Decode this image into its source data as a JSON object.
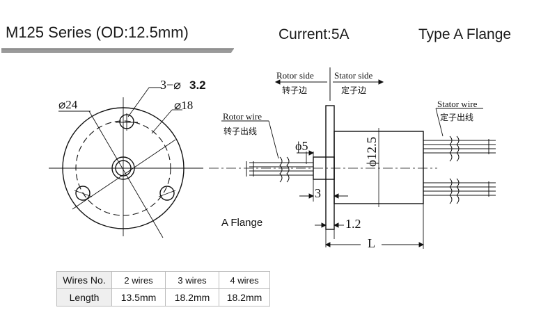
{
  "header": {
    "series": "M125 Series (OD:12.5mm)",
    "current": "Current:5A",
    "flange": "Type A Flange"
  },
  "front_view": {
    "od": "⌀24",
    "holes_prefix": "3−⌀",
    "holes_dia": "3.2",
    "pcd": "⌀18"
  },
  "side_view": {
    "rotor_side_en": "Rotor side",
    "rotor_side_zh": "转子边",
    "stator_side_en": "Stator side",
    "stator_side_zh": "定子边",
    "rotor_wire_en": "Rotor wire",
    "rotor_wire_zh": "转子出线",
    "stator_wire_en": "Stator wire",
    "stator_wire_zh": "定子出线",
    "shaft_dia": "ϕ5",
    "body_dia": "ϕ12.5",
    "shaft_len": "3",
    "flange_thk": "1.2",
    "length": "L",
    "caption": "A Flange"
  },
  "table": {
    "row1_header": "Wires No.",
    "row2_header": "Length",
    "wires": [
      "2 wires",
      "3 wires",
      "4 wires"
    ],
    "lengths": [
      "13.5mm",
      "18.2mm",
      "18.2mm"
    ]
  }
}
